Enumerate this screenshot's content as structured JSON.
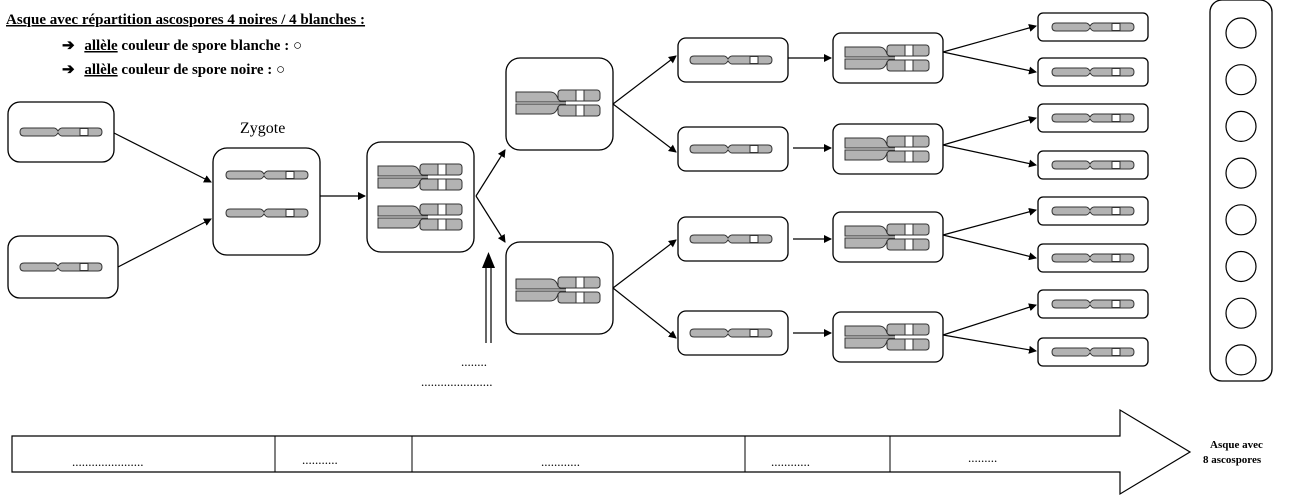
{
  "header": {
    "title": "Asque avec répartition ascospores 4 noires / 4 blanches :",
    "line1_arrow": "➔",
    "line1_prefix": "allèle",
    "line1_text": " couleur de spore blanche : ",
    "line1_symbol": "○",
    "line2_arrow": "➔",
    "line2_prefix": "allèle",
    "line2_text": " couleur de spore noire : ",
    "line2_symbol": "○"
  },
  "labels": {
    "zygote": "Zygote",
    "blank_short": "........",
    "blank_long": "......................"
  },
  "timeline": {
    "segments": [
      "......................",
      "...........",
      "............",
      "............",
      "........."
    ],
    "end_label_line1": "Asque avec",
    "end_label_line2": "8 ascospores"
  },
  "spores": {
    "count": 8
  },
  "colors": {
    "chromosome_fill": "#b3b3b3",
    "chromosome_stroke": "#333333",
    "box_stroke": "#000000"
  }
}
